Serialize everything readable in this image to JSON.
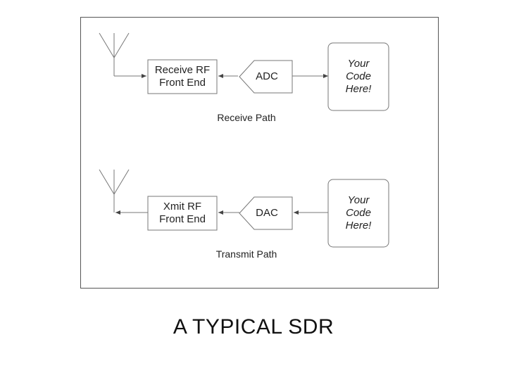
{
  "receive_path": {
    "rf_block_line1": "Receive RF",
    "rf_block_line2": "Front End",
    "converter_label": "ADC",
    "code_line1": "Your",
    "code_line2": "Code",
    "code_line3": "Here!",
    "caption": "Receive Path"
  },
  "transmit_path": {
    "rf_block_line1": "Xmit RF",
    "rf_block_line2": "Front End",
    "converter_label": "DAC",
    "code_line1": "Your",
    "code_line2": "Code",
    "code_line3": "Here!",
    "caption": "Transmit Path"
  },
  "slide": {
    "title": "A TYPICAL SDR"
  },
  "colors": {
    "stroke": "#555555",
    "box_fill": "#ffffff",
    "text": "#222222"
  }
}
